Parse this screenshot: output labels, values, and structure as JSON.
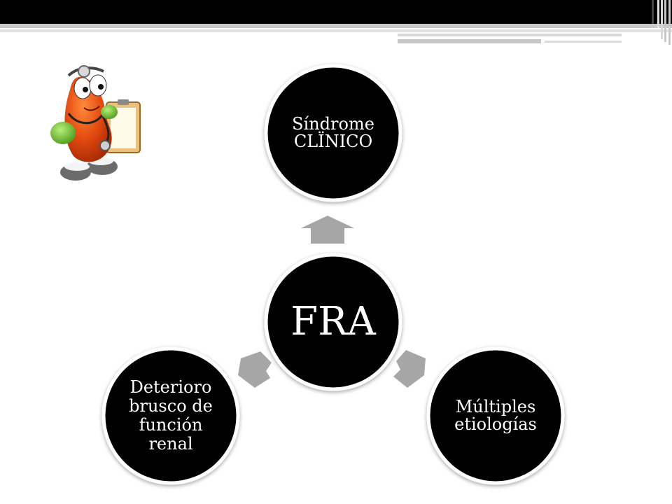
{
  "diagram": {
    "center": {
      "label": "FRA"
    },
    "nodes": [
      {
        "label": "Síndrome CLÏNICO"
      },
      {
        "label": "Múltiples etiologías"
      },
      {
        "label": "Deterioro brusco de función renal"
      }
    ]
  },
  "colors": {
    "node_fill": "#000000",
    "node_ring": "#ffffff",
    "node_text": "#ffffff",
    "arrow": "#a6a6a6",
    "top_bar": "#000000"
  },
  "icons": {
    "mascot": "kidney-doctor-mascot-icon"
  }
}
